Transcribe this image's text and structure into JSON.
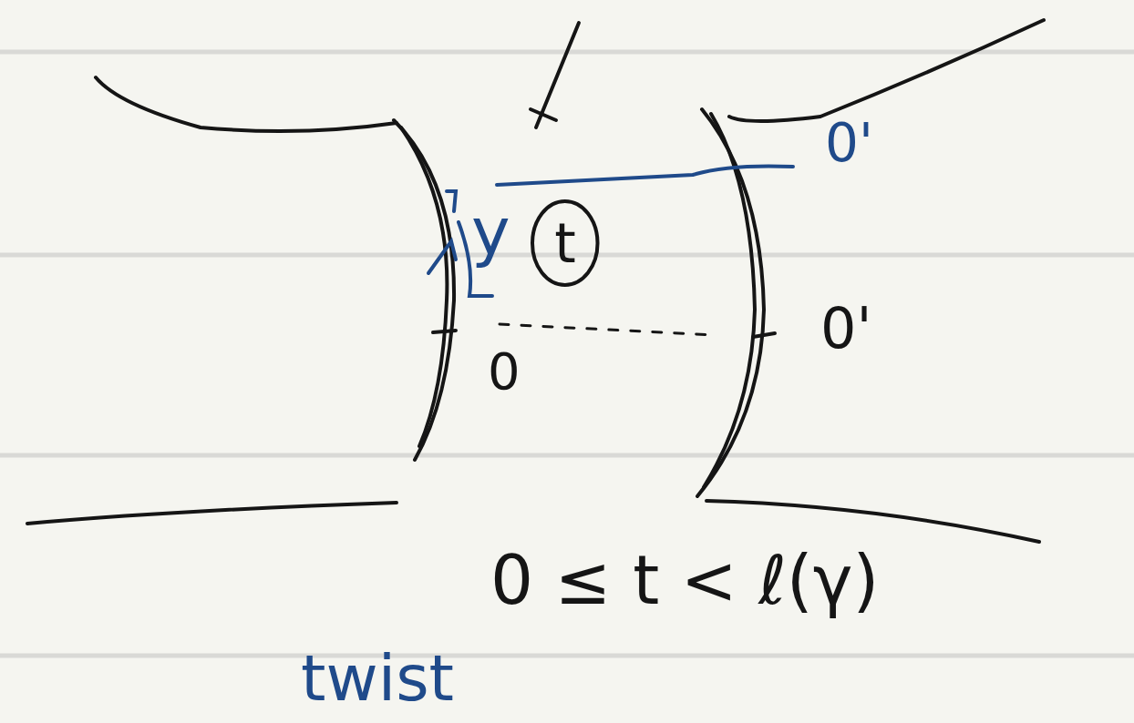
{
  "diagram": {
    "nodes": [
      {
        "text": [
          "t"
        ]
      }
    ],
    "labels": [
      "0'",
      "y",
      "0'",
      "0",
      "0 ≤ t < ℓ(γ)",
      "twist"
    ]
  }
}
